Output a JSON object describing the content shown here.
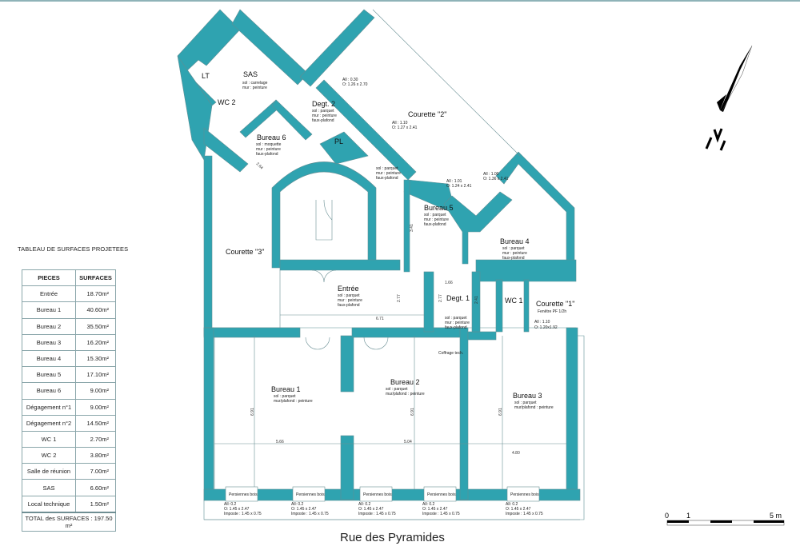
{
  "table": {
    "title": "TABLEAU DE SURFACES PROJETEES",
    "headers": [
      "PIECES",
      "SURFACES"
    ],
    "rows": [
      [
        "Entrée",
        "18.70m²"
      ],
      [
        "Bureau 1",
        "40.60m²"
      ],
      [
        "Bureau 2",
        "35.50m²"
      ],
      [
        "Bureau 3",
        "16.20m²"
      ],
      [
        "Bureau 4",
        "15.30m²"
      ],
      [
        "Bureau 5",
        "17.10m²"
      ],
      [
        "Bureau 6",
        "9.00m²"
      ],
      [
        "Dégagement n°1",
        "9.00m²"
      ],
      [
        "Dégagement n°2",
        "14.50m²"
      ],
      [
        "WC 1",
        "2.70m²"
      ],
      [
        "WC 2",
        "3.80m²"
      ],
      [
        "Salle de réunion",
        "7.00m²"
      ],
      [
        "SAS",
        "6.60m²"
      ],
      [
        "Local technique",
        "1.50m²"
      ]
    ],
    "total": "TOTAL des SURFACES : 197.50 m²"
  },
  "rooms": {
    "sas": {
      "name": "SAS",
      "notes": [
        "sol : carrelage",
        "mur : peinture"
      ]
    },
    "lt": {
      "name": "LT"
    },
    "wc2": {
      "name": "WC 2"
    },
    "degt2": {
      "name": "Degt. 2",
      "notes": [
        "sol : parquet",
        "mur : peinture",
        "faux-plafond"
      ]
    },
    "bureau6": {
      "name": "Bureau 6",
      "notes": [
        "sol : moquette",
        "mur : peinture",
        "faux-plafond"
      ]
    },
    "pl": {
      "name": "PL"
    },
    "courette2": {
      "name": "Courette \"2\""
    },
    "stair": {
      "notes": [
        "sol : parquet",
        "mur : peinture",
        "faux-plafond"
      ]
    },
    "bureau5": {
      "name": "Bureau 5",
      "notes": [
        "sol : parquet",
        "mur : peinture",
        "faux-plafond"
      ]
    },
    "bureau4": {
      "name": "Bureau 4",
      "notes": [
        "sol : parquet",
        "mur : peinture",
        "faux-plafond"
      ]
    },
    "courette3": {
      "name": "Courette \"3\""
    },
    "entree": {
      "name": "Entrée",
      "notes": [
        "sol : parquet",
        "mur : peinture",
        "faux-plafond"
      ]
    },
    "degt1": {
      "name": "Degt. 1",
      "notes": [
        "sol : parquet",
        "mur : peinture",
        "faux-plafond"
      ]
    },
    "wc1": {
      "name": "WC 1"
    },
    "courette1": {
      "name": "Courette \"1\"",
      "notes": [
        "Fenêtre PF 1/2h",
        "All : 1.10",
        "O: 1.20x1.92"
      ]
    },
    "bureau1": {
      "name": "Bureau 1",
      "notes": [
        "sol : parquet",
        "mur/plafond : peinture"
      ]
    },
    "bureau2": {
      "name": "Bureau 2",
      "notes": [
        "sol : parquet",
        "mur/plafond : peinture"
      ]
    },
    "bureau3": {
      "name": "Bureau 3",
      "notes": [
        "sol : parquet",
        "mur/plafond : peinture"
      ]
    },
    "coffrage": {
      "name": "Coffrage tech."
    }
  },
  "windows_top": [
    [
      "All : 0.30",
      "O: 1.26 x 2.70"
    ],
    [
      "All : 1.10",
      "O: 1.27 x 2.41"
    ],
    [
      "All : 1.01",
      "O: 1.24 x 2.41"
    ],
    [
      "All : 1.00",
      "O: 1.36 x 2.41"
    ]
  ],
  "windows_bottom": [
    {
      "shutter": "Persiennes bois",
      "lines": [
        "All: 0.2",
        "O: 1.45 x 2.47",
        "Imposte : 1.45 x 0.75"
      ]
    },
    {
      "shutter": "Persiennes bois",
      "lines": [
        "All: 0.2",
        "O: 1.45 x 2.47",
        "Imposte : 1.45 x 0.75"
      ]
    },
    {
      "shutter": "Persiennes bois",
      "lines": [
        "All: 0.2",
        "O: 1.45 x 2.47",
        "Imposte : 1.45 x 0.75"
      ]
    },
    {
      "shutter": "Persiennes bois",
      "lines": [
        "All: 0.2",
        "O: 1.45 x 2.47",
        "Imposte : 1.45 x 0.75"
      ]
    },
    {
      "shutter": "Persiennes bois",
      "lines": [
        "All: 0.2",
        "O: 1.45 x 2.47",
        "Imposte : 1.45 x 0.75"
      ]
    }
  ],
  "dimensions": {
    "b6": "2.64",
    "b5": "3.41",
    "entree_h": "2.77",
    "entree_w": "6.71",
    "degt1_w": "1.66",
    "degt1_h": "2.77",
    "wc1_h": "2.41",
    "b1_h": "6.91",
    "b2_h": "6.91",
    "b3_h": "6.91",
    "b1_w": "5.66",
    "b2_w": "5.04",
    "b3_w": "4.80"
  },
  "scale": {
    "zero": "0",
    "one": "1",
    "five": "5 m"
  },
  "street": "Rue des Pyramides",
  "colors": {
    "wall": "#2fa3b0",
    "line": "#6a8f94"
  }
}
